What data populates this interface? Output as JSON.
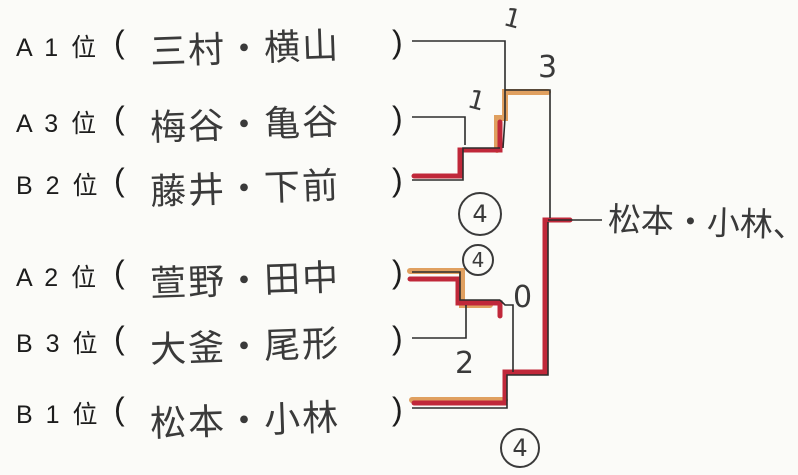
{
  "rows": [
    {
      "rank": "A 1 位",
      "names": "三村・横山"
    },
    {
      "rank": "A 3 位",
      "names": "梅谷・亀谷"
    },
    {
      "rank": "B 2 位",
      "names": "藤井・下前"
    },
    {
      "rank": "A 2 位",
      "names": "萱野・田中"
    },
    {
      "rank": "B 3 位",
      "names": "大釜・尾形"
    },
    {
      "rank": "B 1 位",
      "names": "松本・小林"
    }
  ],
  "paren_open": "(",
  "paren_close": ")",
  "winner": "松本・小林、",
  "scores": {
    "top_match": "1",
    "semi_match": "1",
    "final_top": "3",
    "final_bottom": "0",
    "bottom_semi": "2",
    "circle_a": "4",
    "circle_b": "4",
    "circle_c": "4"
  },
  "colors": {
    "ink": "#3a3a3a",
    "red": "#c0283a",
    "orange": "#e0a060"
  }
}
